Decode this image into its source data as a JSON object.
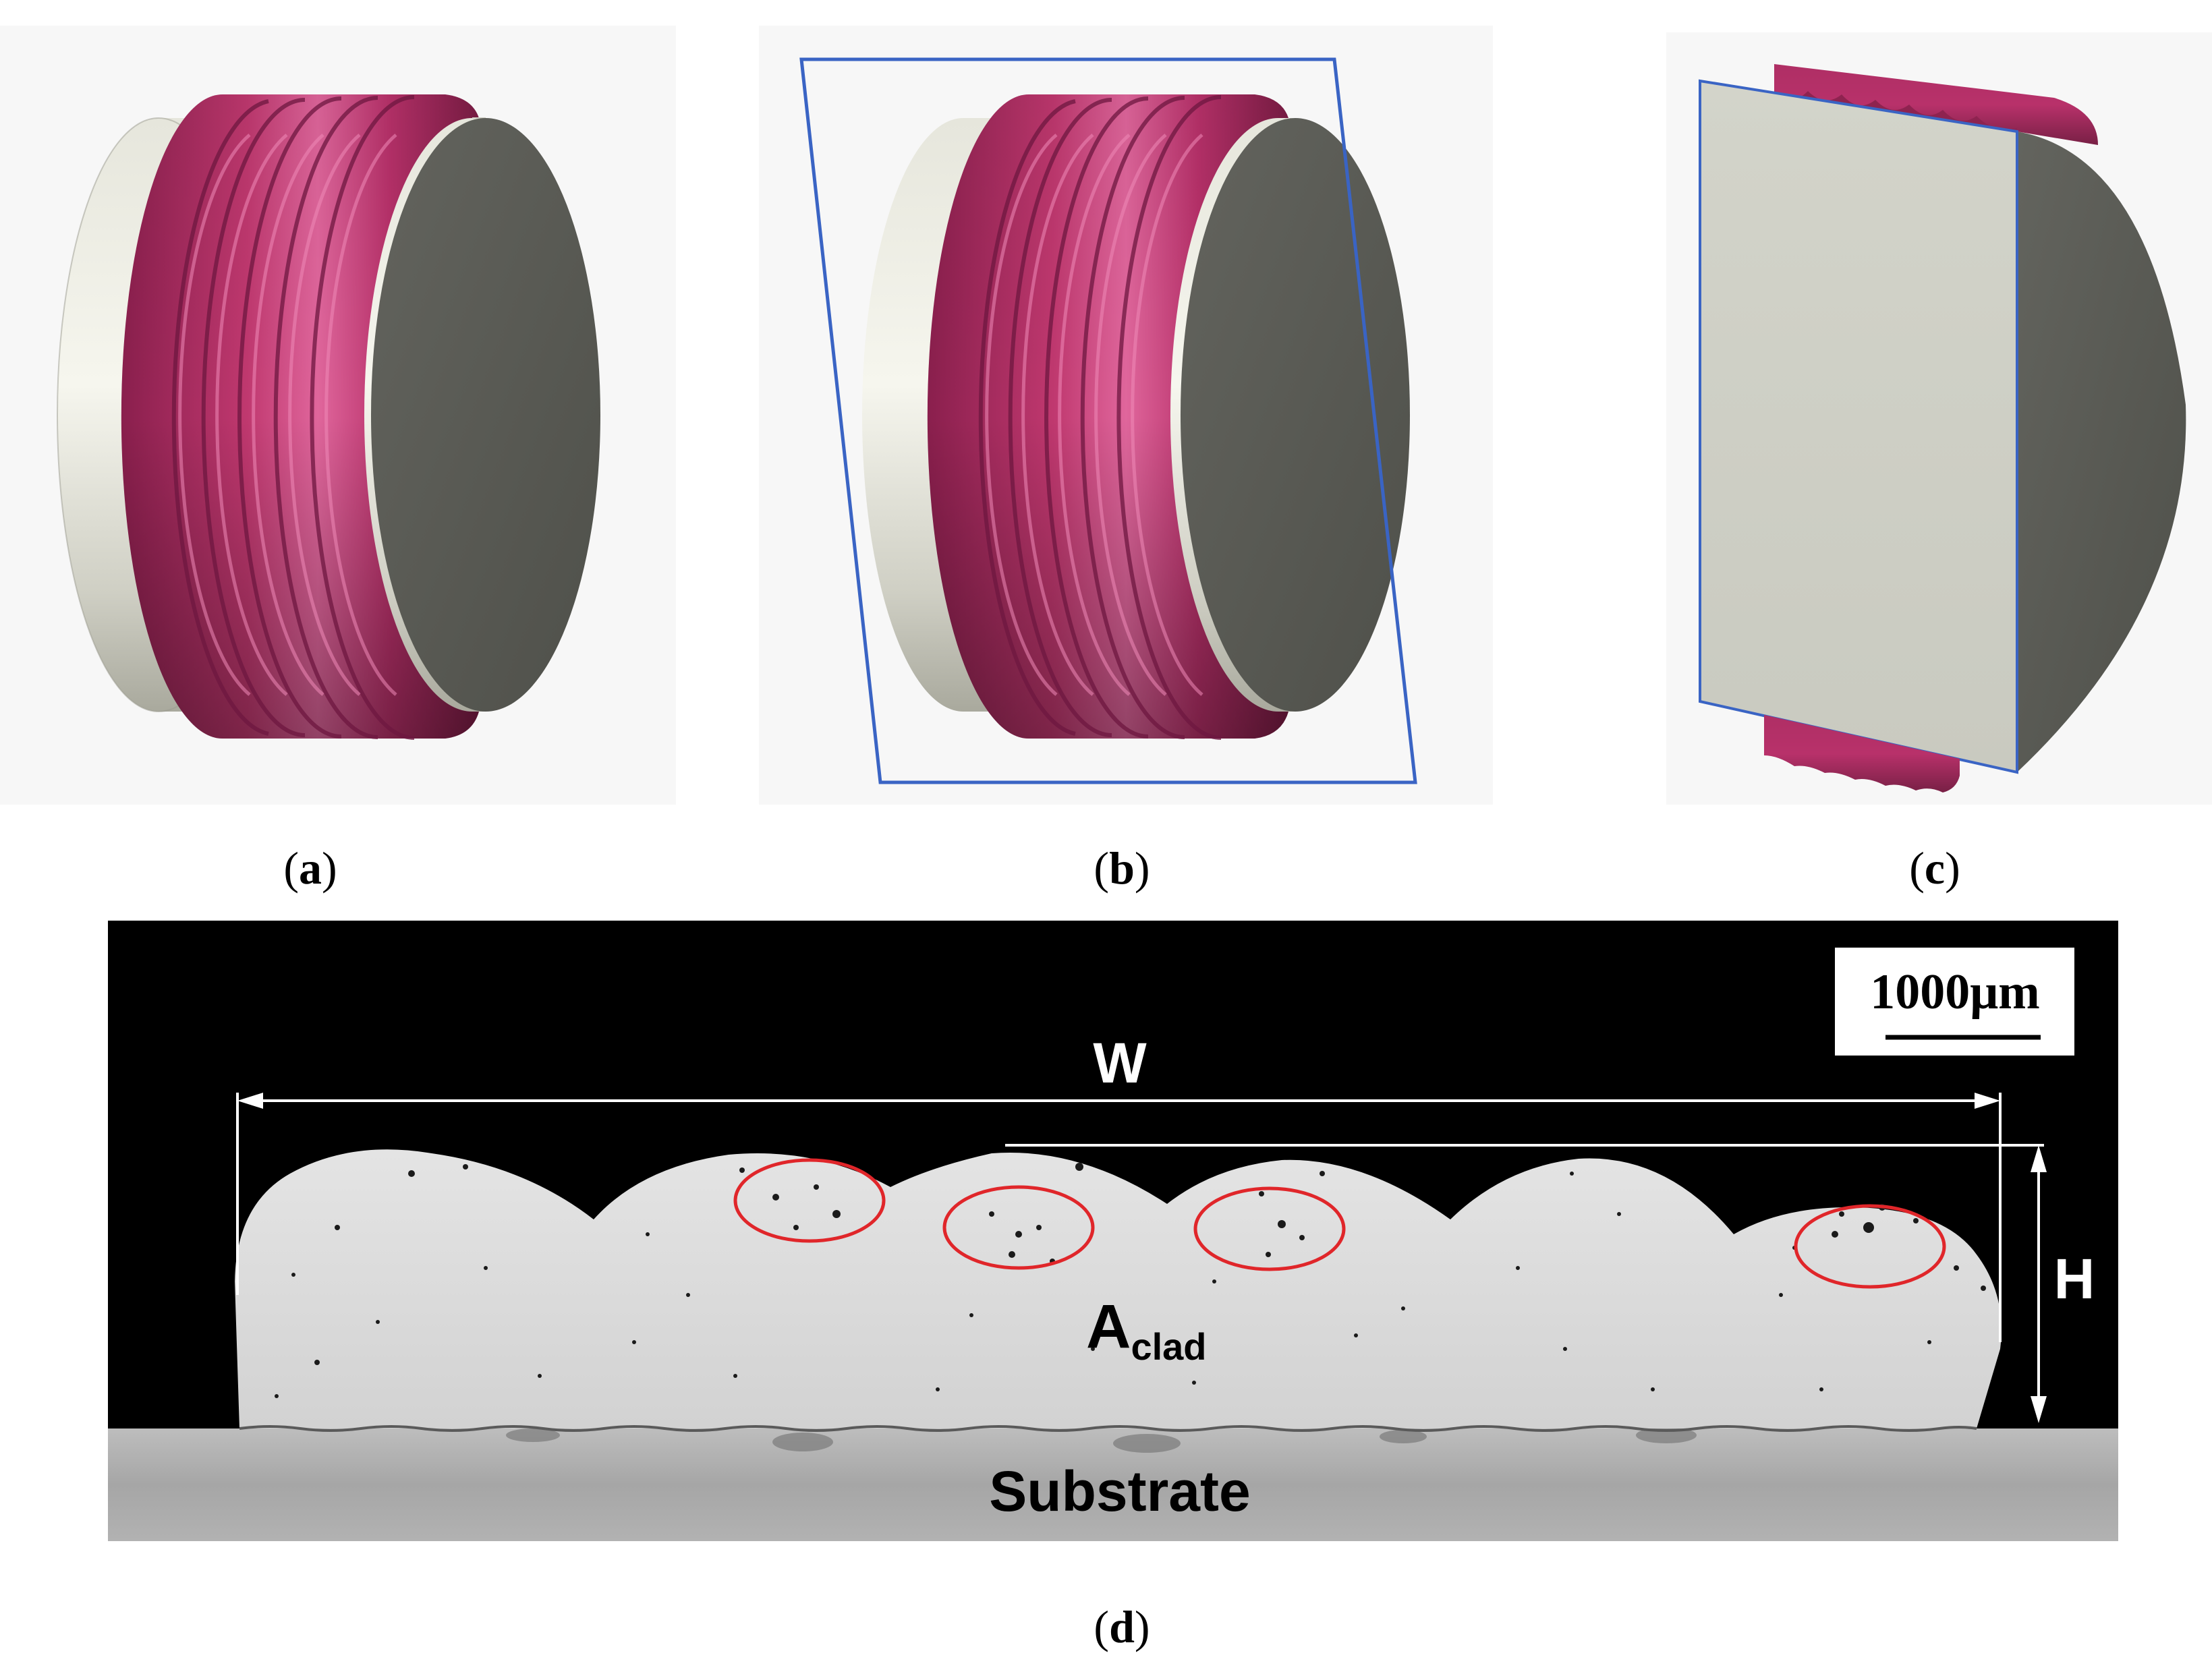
{
  "panels": {
    "a": {
      "label_open": "(",
      "label_letter": "a",
      "label_close": ")"
    },
    "b": {
      "label_open": "(",
      "label_letter": "b",
      "label_close": ")"
    },
    "c": {
      "label_open": "(",
      "label_letter": "c",
      "label_close": ")"
    },
    "d": {
      "label_open": "(",
      "label_letter": "d",
      "label_close": ")"
    }
  },
  "micrograph": {
    "scale_bar_label": "1000μm",
    "width_label": "W",
    "height_label": "H",
    "area_label_main": "A",
    "area_label_sub": "clad",
    "substrate_label": "Substrate"
  },
  "colors": {
    "bead": "#b8316a",
    "bead_dark": "#7d1c45",
    "bead_light": "#e8609a",
    "substrate_end": "#5a5b56",
    "substrate_side": "#cfd0c6",
    "section_plane": "#3a64c4",
    "defect_marker": "#e0262a",
    "clad_layer": "#dcdcdc",
    "substrate_micro": "#a8a8a8"
  }
}
